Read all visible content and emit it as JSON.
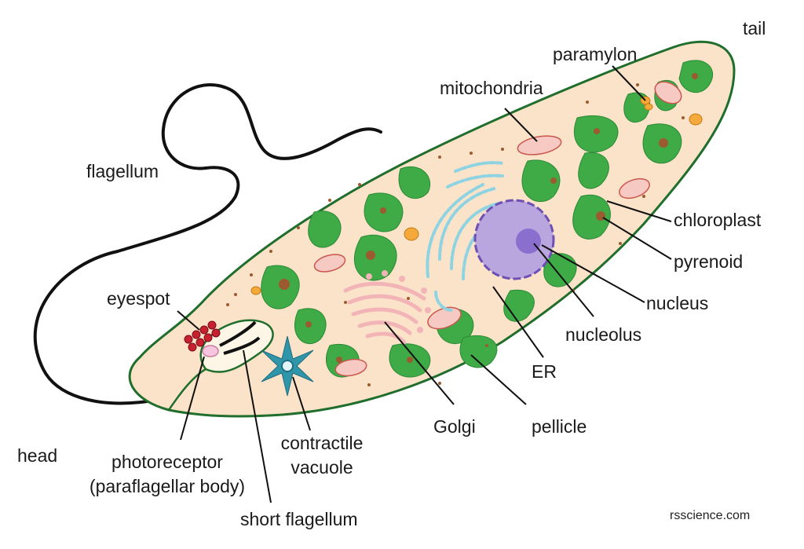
{
  "diagram": {
    "labels": {
      "tail": "tail",
      "paramylon": "paramylon",
      "mitochondria": "mitochondria",
      "flagellum": "flagellum",
      "chloroplast": "chloroplast",
      "pyrenoid": "pyrenoid",
      "nucleus": "nucleus",
      "nucleolus": "nucleolus",
      "eyespot": "eyespot",
      "er": "ER",
      "golgi": "Golgi",
      "pellicle": "pellicle",
      "head": "head",
      "photoreceptor": "photoreceptor",
      "photoreceptor_sub": "(paraflagellar body)",
      "contractile_line1": "contractile",
      "contractile_line2": "vacuole",
      "short_flagellum": "short flagellum"
    },
    "credit": "rsscience.com"
  },
  "colors": {
    "cell_outline": "#1f6e2c",
    "cytoplasm": "#fbe3c9",
    "chloroplast": "#3eab47",
    "pyrenoid": "#9c5b2e",
    "nucleus": "#b9a6de",
    "nucleolus": "#8a6fcf",
    "paramylon": "#f4a93a",
    "mitochondria": "#f7c9c3",
    "golgi": "#f2b4b7",
    "er": "#8ed3e2",
    "eyespot": "#c7202f",
    "contractile_vacuole": "#2f95a8"
  }
}
